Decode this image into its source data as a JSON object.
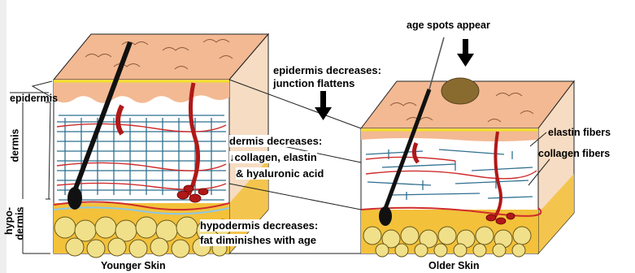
{
  "labels": {
    "epidermis": "epidermis",
    "dermis": "dermis",
    "hypodermis_line1": "hypo-",
    "hypodermis_line2": "dermis",
    "age_spots": "age spots appear",
    "epidermis_change_line1": "epidermis decreases:",
    "epidermis_change_line2": "junction flattens",
    "dermis_change_line1": "dermis decreases:",
    "dermis_change_line2": "↓collagen, elastin",
    "dermis_change_line3": "& hyaluronic acid",
    "elastin": "elastin fibers",
    "collagen": "collagen fibers",
    "hypodermis_change_line1": "hypodermis decreases:",
    "hypodermis_change_line2": "fat diminishes with age",
    "younger_caption": "Younger Skin",
    "older_caption": "Older Skin"
  },
  "colors": {
    "epidermis_skin": "#f2b48f",
    "junction_line": "#f0e12a",
    "dermis_background": "#ffffff",
    "collagen_fibers": "#2f6f8f",
    "elastin_fibers": "#cf2d2d",
    "hair": "#111111",
    "blood_vessel": "#b01818",
    "fat_cells": "#f1e08a",
    "hypodermis_band": "#f3c13a",
    "age_spot": "#8a6b2f"
  }
}
